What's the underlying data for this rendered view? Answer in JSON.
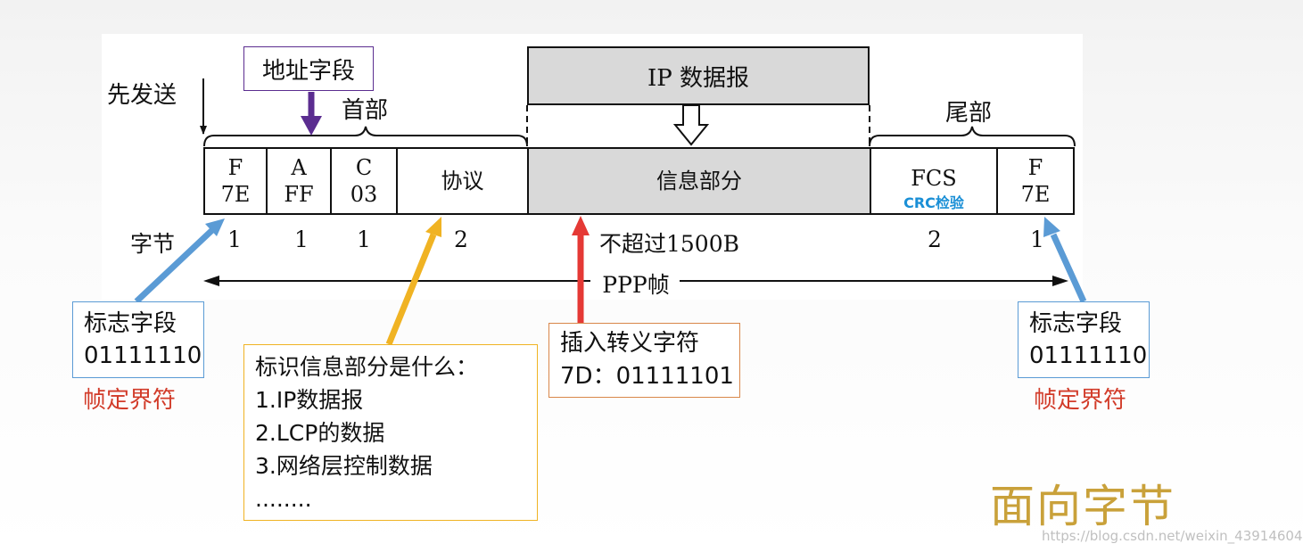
{
  "send_first_label": "先发送",
  "header_label": "首部",
  "trailer_label": "尾部",
  "ip_datagram_label": "IP 数据报",
  "address_field_callout": "地址字段",
  "frame": {
    "flag_start": {
      "line1": "F",
      "line2": "7E"
    },
    "address": {
      "line1": "A",
      "line2": "FF"
    },
    "control": {
      "line1": "C",
      "line2": "03"
    },
    "protocol": "协议",
    "info": "信息部分",
    "fcs": "FCS",
    "fcs_note": "CRC检验",
    "flag_end": {
      "line1": "F",
      "line2": "7E"
    }
  },
  "bytes_label": "字节",
  "byte_counts": [
    "1",
    "1",
    "1",
    "2",
    "不超过1500B",
    "2",
    "1"
  ],
  "ppp_frame_label": "PPP帧",
  "flag_callout_left": {
    "line1": "标志字段",
    "line2": "01111110",
    "note": "帧定界符"
  },
  "flag_callout_right": {
    "line1": "标志字段",
    "line2": "01111110",
    "note": "帧定界符"
  },
  "escape_callout": {
    "line1": "插入转义字符",
    "line2": "7D：01111101"
  },
  "protocol_callout": {
    "title": "标识信息部分是什么：",
    "items": [
      "1.IP数据报",
      "2.LCP的数据",
      "3.网络层控制数据",
      "........"
    ]
  },
  "byte_oriented_label": "面向字节",
  "watermark": "https://blog.csdn.net/weixin_43914604",
  "colors": {
    "blue_arrow": "#5b9bd5",
    "yellow_arrow": "#f0b323",
    "red_arrow": "#e53935",
    "purple_arrow": "#5b2d90",
    "fcs_note": "#1a8fd6",
    "note_red": "#d23c2a",
    "gold": "#c9a13a"
  }
}
